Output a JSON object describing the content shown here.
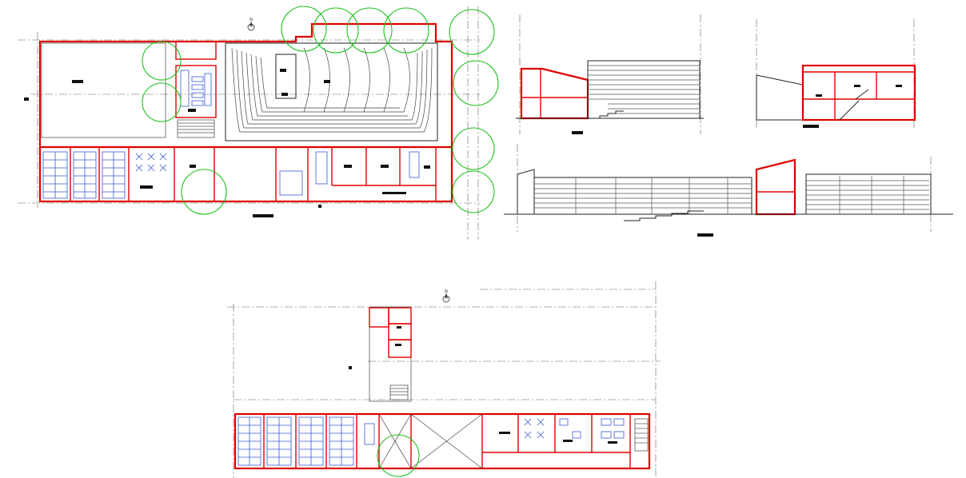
{
  "drawing": {
    "sheet": "architectural-cad-sheet",
    "north_symbol": "N",
    "colors": {
      "walls": "#e00000",
      "trees": "#1fc11f",
      "furniture": "#3b5bd6",
      "linework": "#444444",
      "background": "#ffffff"
    },
    "views": [
      {
        "id": "ground-floor-plan",
        "icon": "floor-plan"
      },
      {
        "id": "cross-section-a",
        "icon": "section"
      },
      {
        "id": "cross-section-b",
        "icon": "section"
      },
      {
        "id": "longitudinal-elevation",
        "icon": "elevation"
      },
      {
        "id": "first-floor-plan",
        "icon": "floor-plan"
      }
    ]
  }
}
